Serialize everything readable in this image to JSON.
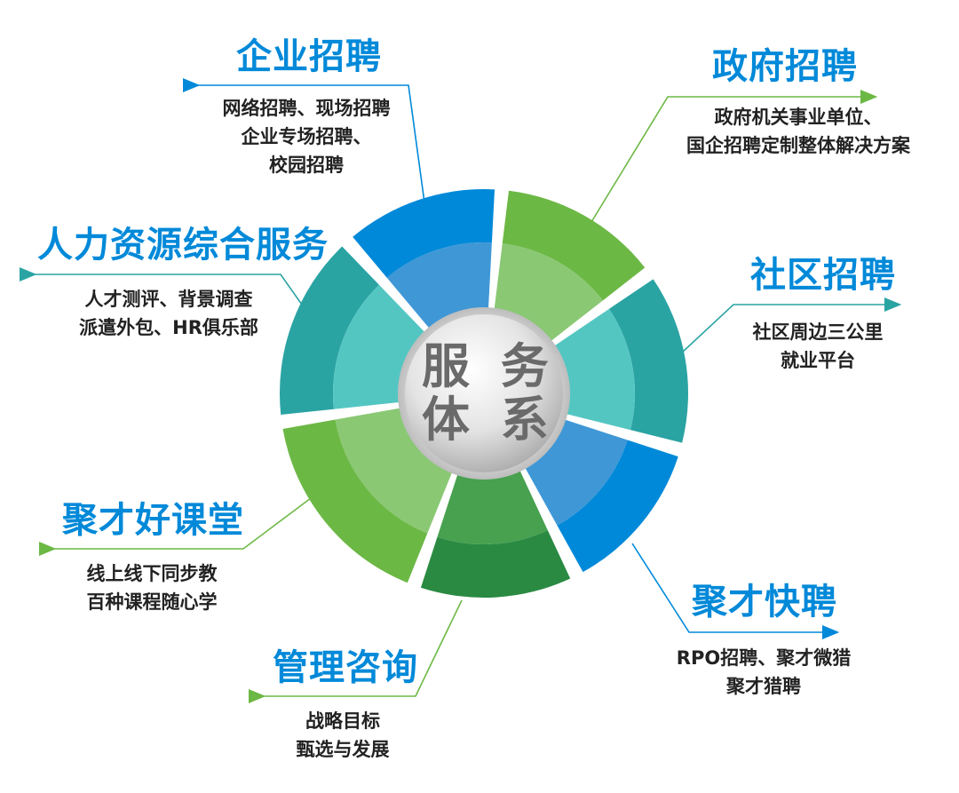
{
  "center": {
    "line1": "服 务",
    "line2": "体 系"
  },
  "colors": {
    "blue": "#0089d9",
    "blue_inner": "#3f97d6",
    "green": "#6cb845",
    "green_inner": "#8ac874",
    "teal": "#2aa3a3",
    "teal_inner": "#54c6c2",
    "dark_green": "#2a8a42",
    "dark_green_inner": "#47a14f"
  },
  "services": [
    {
      "title": "企业招聘",
      "desc": [
        "网络招聘、现场招聘",
        "企业专场招聘、",
        "校园招聘"
      ]
    },
    {
      "title": "政府招聘",
      "desc": [
        "政府机关事业单位、",
        "国企招聘定制整体解决方案"
      ]
    },
    {
      "title": "社区招聘",
      "desc": [
        "社区周边三公里",
        "就业平台"
      ]
    },
    {
      "title": "聚才快聘",
      "desc": [
        "RPO招聘、聚才微猎",
        "聚才猎聘"
      ]
    },
    {
      "title": "管理咨询",
      "desc": [
        "战略目标",
        "甄选与发展"
      ]
    },
    {
      "title": "聚才好课堂",
      "desc": [
        "线上线下同步教",
        "百种课程随心学"
      ]
    },
    {
      "title": "人力资源综合服务",
      "desc": [
        "人才测评、背景调查",
        "派遣外包、HR俱乐部"
      ]
    }
  ]
}
